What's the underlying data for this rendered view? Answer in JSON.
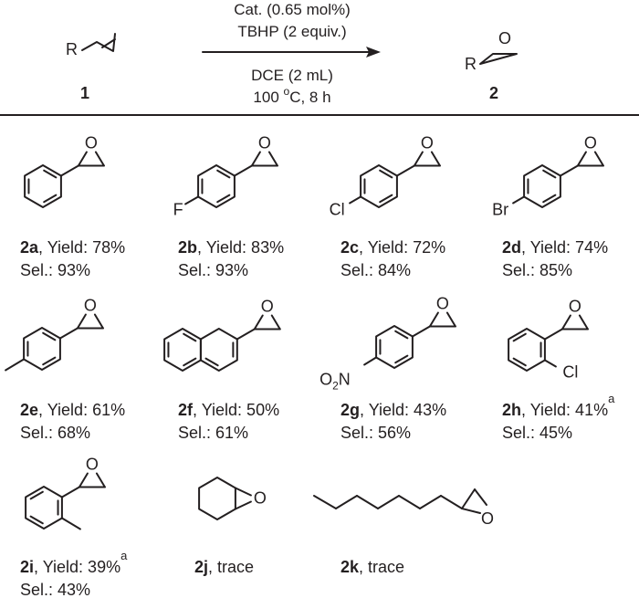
{
  "scheme": {
    "substrate": {
      "r": "R",
      "label": "1"
    },
    "product": {
      "r": "R",
      "o": "O",
      "label": "2"
    },
    "conditions": {
      "above": [
        "Cat. (0.65 mol%)",
        "TBHP (2 equiv.)"
      ],
      "below_solvent": "DCE (2 mL)",
      "temp_pre": "100 ",
      "temp_sup": "o",
      "temp_post": "C, 8 h"
    }
  },
  "products": [
    {
      "id": "2a",
      "yield": ", Yield: 78%",
      "sel": "Sel.: 93%",
      "sub": "",
      "note": ""
    },
    {
      "id": "2b",
      "yield": ", Yield: 83%",
      "sel": "Sel.: 93%",
      "sub": "F",
      "note": ""
    },
    {
      "id": "2c",
      "yield": ", Yield: 72%",
      "sel": "Sel.: 84%",
      "sub": "Cl",
      "note": ""
    },
    {
      "id": "2d",
      "yield": ", Yield: 74%",
      "sel": "Sel.: 85%",
      "sub": "Br",
      "note": ""
    },
    {
      "id": "2e",
      "yield": ", Yield: 61%",
      "sel": "Sel.: 68%",
      "sub": "",
      "note": ""
    },
    {
      "id": "2f",
      "yield": ", Yield: 50%",
      "sel": "Sel.: 61%",
      "sub": "",
      "note": ""
    },
    {
      "id": "2g",
      "yield": ", Yield: 43%",
      "sel": "Sel.: 56%",
      "sub_o": "O",
      "sub_2": "2",
      "sub_n": "N",
      "note": ""
    },
    {
      "id": "2h",
      "yield": ", Yield: 41%",
      "sel": "Sel.: 45%",
      "sub": "Cl",
      "note": "a"
    },
    {
      "id": "2i",
      "yield": ", Yield: 39%",
      "sel": "Sel.: 43%",
      "sub": "",
      "note": "a"
    },
    {
      "id": "2j",
      "yield": ", trace",
      "sel": "",
      "sub": "",
      "note": ""
    },
    {
      "id": "2k",
      "yield": ", trace",
      "sel": "",
      "sub": "",
      "note": ""
    }
  ],
  "epoxide_o": "O"
}
